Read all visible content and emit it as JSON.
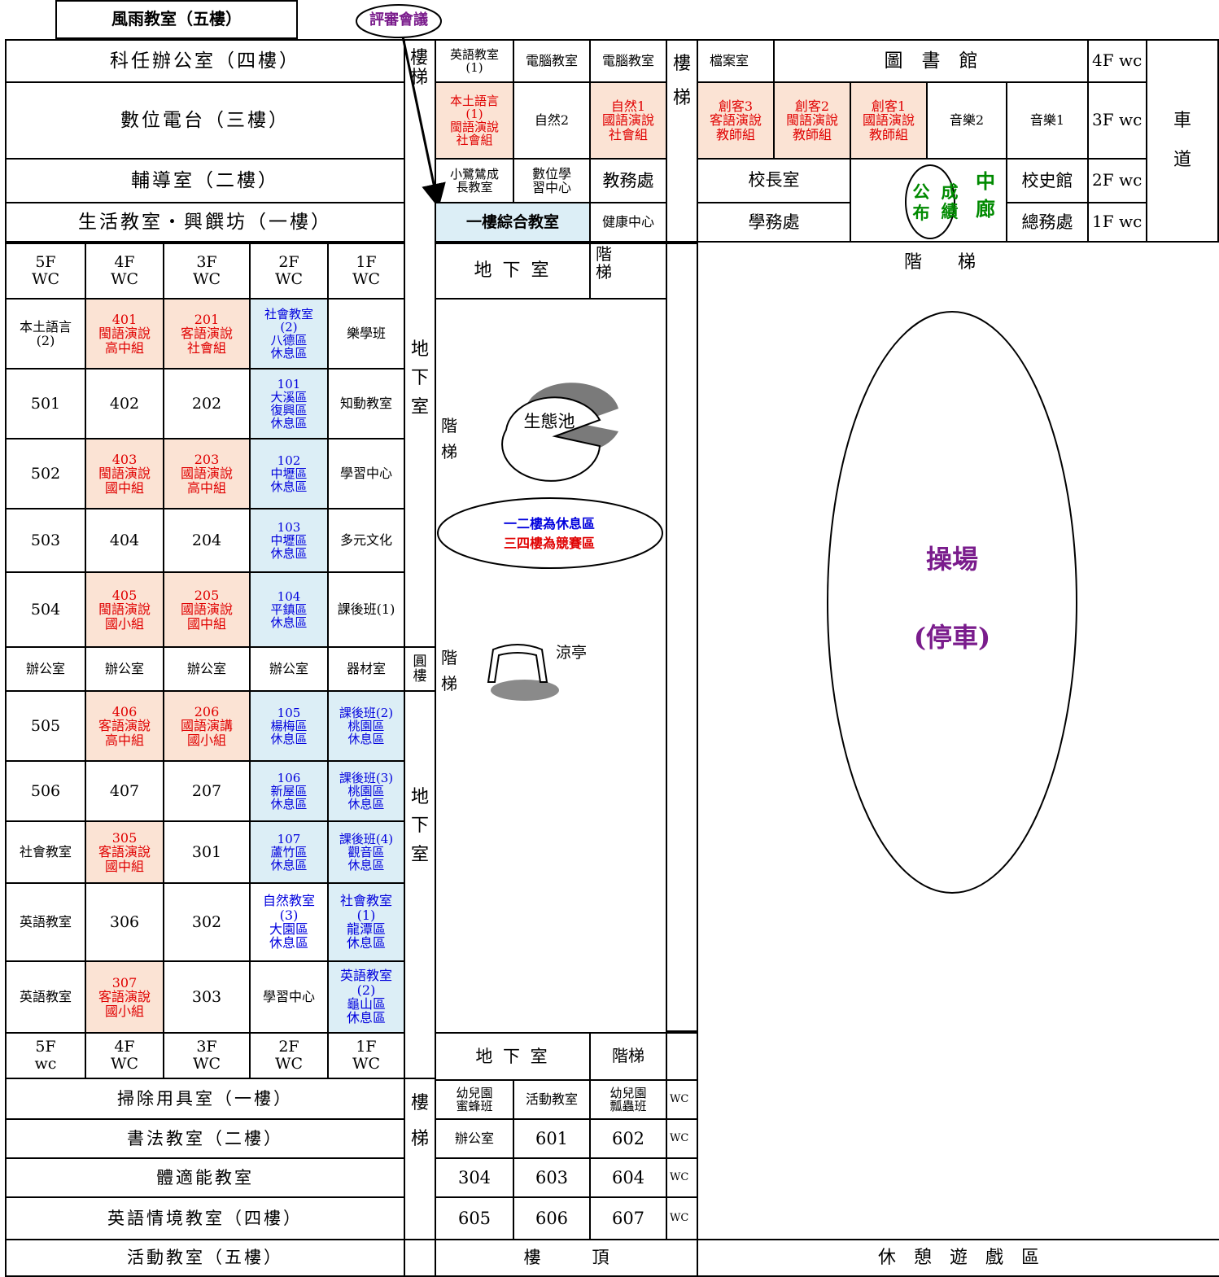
{
  "top": {
    "fengyu": "風雨教室（五樓）",
    "review": "評審會議"
  },
  "left_block": {
    "keren": "科任辦公室（四樓）",
    "digital_radio": "數位電台（三樓）",
    "counseling": "輔導室（二樓）",
    "life": "生活教室・興饌坊（一樓）",
    "cleaning": "掃除用具室（一樓）",
    "calligraphy": "書法教室（二樓）",
    "fitness": "體適能教室",
    "english_situation": "英語情境教室（四樓）",
    "activity5": "活動教室（五樓）"
  },
  "grid": {
    "header_top": [
      "5F\nWC",
      "4F\nWC",
      "3F\nWC",
      "2F\nWC",
      "1F\nWC"
    ],
    "header_bottom": [
      "5F\nwc",
      "4F\nWC",
      "3F\nWC",
      "2F\nWC",
      "1F\nWC"
    ],
    "r1": [
      "本土語言\n(2)",
      "401\n閩語演說\n高中組",
      "201\n客語演說\n社會組",
      "社會教室\n(2)\n八德區\n休息區",
      "樂學班"
    ],
    "r2": [
      "501",
      "402",
      "202",
      "101\n大溪區\n復興區\n休息區",
      "知動教室"
    ],
    "r3": [
      "502",
      "403\n閩語演說\n國中組",
      "203\n國語演說\n高中組",
      "102\n中壢區\n休息區",
      "學習中心"
    ],
    "r4": [
      "503",
      "404",
      "204",
      "103\n中壢區\n休息區",
      "多元文化"
    ],
    "r5": [
      "504",
      "405\n閩語演說\n國小組",
      "205\n國語演說\n國中組",
      "104\n平鎮區\n休息區",
      "課後班(1)"
    ],
    "r6": [
      "辦公室",
      "辦公室",
      "辦公室",
      "辦公室",
      "器材室"
    ],
    "r7": [
      "505",
      "406\n客語演說\n高中組",
      "206\n國語演講\n國小組",
      "105\n楊梅區\n休息區",
      "課後班(2)\n桃園區\n休息區"
    ],
    "r8": [
      "506",
      "407",
      "207",
      "106\n新屋區\n休息區",
      "課後班(3)\n桃園區\n休息區"
    ],
    "r9": [
      "社會教室",
      "305\n客語演說\n國中組",
      "301",
      "107\n蘆竹區\n休息區",
      "課後班(4)\n觀音區\n休息區"
    ],
    "r10": [
      "英語教室",
      "306",
      "302",
      "自然教室\n(3)\n大園區\n休息區",
      "社會教室\n(1)\n龍潭區\n休息區"
    ],
    "r11": [
      "英語教室",
      "307\n客語演說\n國小組",
      "303",
      "學習中心",
      "英語教室\n(2)\n龜山區\n休息區"
    ]
  },
  "corridor": {
    "stairs1": "樓\n梯",
    "basement1": "地\n下\n室",
    "round_bldg": "圓\n樓",
    "basement2": "地\n下\n室",
    "stairs2": "樓\n梯"
  },
  "middle": {
    "eng1": "英語教室\n(1)",
    "pc1": "電腦教室",
    "pc2": "電腦教室",
    "stairs_a": "樓\n梯",
    "native1": "本土語言\n(1)\n閩語演說\n社會組",
    "nature2": "自然2",
    "nature1": "自然1\n國語演說\n社會組",
    "egret": "小鷺鷥成\n長教室",
    "digital_learn": "數位學\n習中心",
    "academic": "教務處",
    "multi": "一樓綜合教室",
    "health": "健康中心",
    "basement": "地 下 室",
    "stairs_b": "階\n梯",
    "stairs_c": "階\n梯",
    "pond": "生態池",
    "rest_note1": "一二樓為休息區",
    "rest_note2": "三四樓為競賽區",
    "stairs_d": "階\n梯",
    "pavilion": "涼亭",
    "basement_b": "地 下 室",
    "stairs_e": "階梯",
    "kinder1": "幼兒園\n蜜蜂班",
    "activity": "活動教室",
    "kinder2": "幼兒園\n瓢蟲班",
    "wc": "WC",
    "office": "辦公室",
    "r601": "601",
    "r602": "602",
    "r304": "304",
    "r603": "603",
    "r604": "604",
    "r605": "605",
    "r606": "606",
    "r607": "607",
    "roof": "樓　　　頂"
  },
  "right": {
    "archive": "檔案室",
    "library": "圖　書　館",
    "f4wc": "4F wc",
    "maker3": "創客3\n客語演說\n教師組",
    "maker2": "創客2\n閩語演說\n教師組",
    "maker1": "創客1\n國語演說\n教師組",
    "music2": "音樂2",
    "music1": "音樂1",
    "f3wc": "3F wc",
    "principal": "校長室",
    "history": "校史館",
    "f2wc": "2F wc",
    "student_affairs": "學務處",
    "general_affairs": "總務處",
    "f1wc": "1F wc",
    "results1": "公",
    "results2": "布",
    "results3": "成",
    "results4": "績",
    "corridor1": "中",
    "corridor2": "廊",
    "driveway": "車\n\n道",
    "stairs": "階　　梯",
    "field": "操場",
    "parking": "(停車)",
    "play": "休　憩　遊　戲　區"
  },
  "colors": {
    "pink": "#fbe3d4",
    "lightblue": "#dceef6",
    "red": "#e00000",
    "blue": "#0000dd",
    "green": "#008a00",
    "purple": "#7a1c8c"
  }
}
